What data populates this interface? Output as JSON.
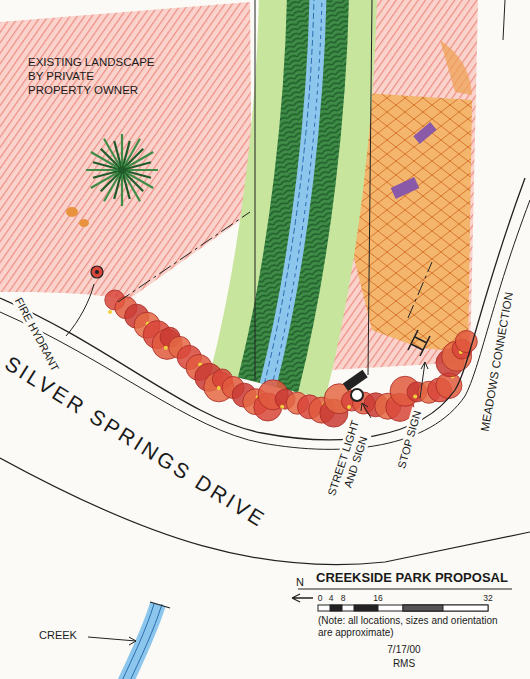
{
  "diagram": {
    "title": "CREEKSIDE PARK PROPOSAL",
    "labels": [
      "EXISTING LANDSCAPE BY PRIVATE PROPERTY OWNER",
      "FIRE HYDRANT",
      "SILVER SPRINGS DRIVE",
      "STREET LIGHT AND SIGN",
      "STOP SIGN",
      "MEADOWS CONNECTION",
      "N",
      "0",
      "4",
      "8",
      "16",
      "32",
      "(Note: all locations, sizes and orientation are approximate)",
      "7/17/00",
      "RMS",
      "CREEK"
    ]
  }
}
